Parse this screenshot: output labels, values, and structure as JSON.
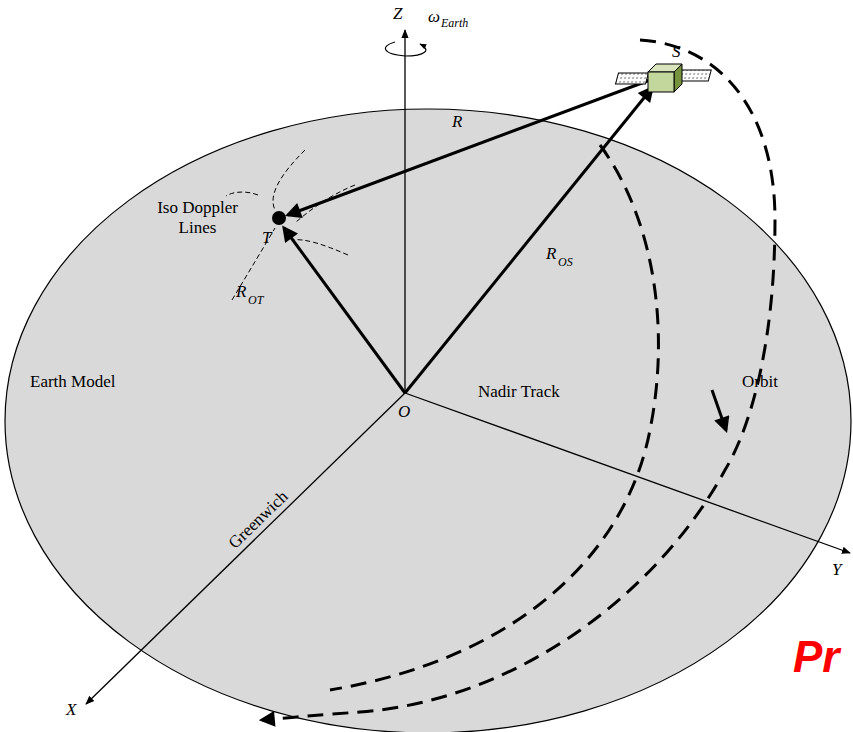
{
  "diagram": {
    "labels": [
      "Z",
      "ω",
      "Earth",
      "S",
      "R",
      "Iso Doppler Lines",
      "T",
      "R",
      "OS",
      "R",
      "OT",
      "Earth Model",
      "Nadir Track",
      "O",
      "Orbit",
      "Greenwich",
      "X",
      "Y",
      "Pr"
    ]
  }
}
